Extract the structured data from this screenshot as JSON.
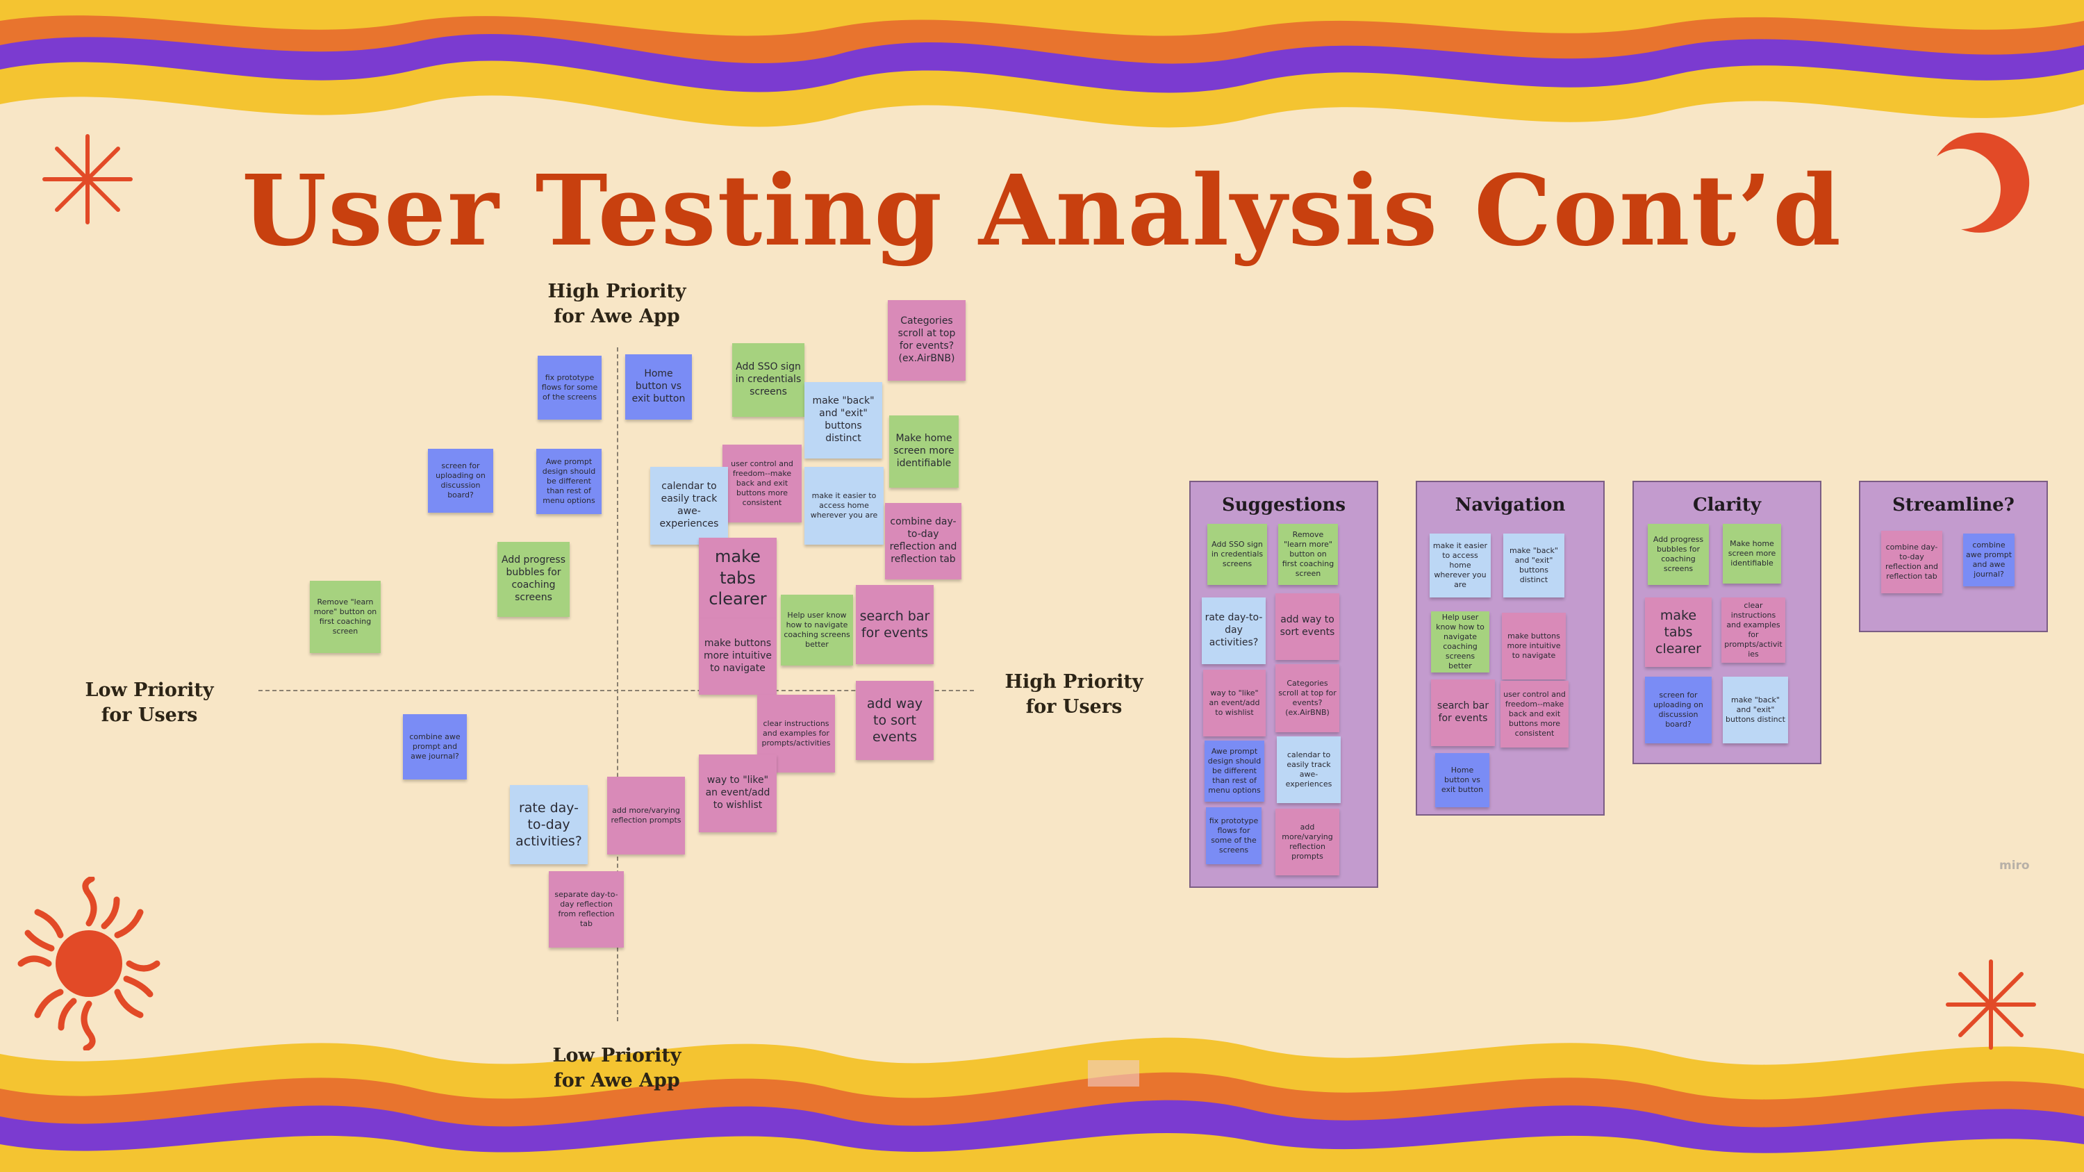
{
  "title": "User Testing Analysis Cont’d",
  "watermark": "miro",
  "axes": {
    "top": "High Priority for Awe App",
    "bottom": "Low Priority for Awe App",
    "left": "Low Priority for Users",
    "right": "High Priority for Users"
  },
  "matrix_notes": [
    {
      "text": "fix prototype flows for some of the screens",
      "color": "blue"
    },
    {
      "text": "Home button vs exit button",
      "color": "blue"
    },
    {
      "text": "Add SSO sign in credentials screens",
      "color": "green"
    },
    {
      "text": "Categories scroll at top for events? (ex.AirBNB)",
      "color": "pink"
    },
    {
      "text": "make \"back\" and \"exit\" buttons distinct",
      "color": "lblue"
    },
    {
      "text": "Make home screen more identifiable",
      "color": "green"
    },
    {
      "text": "screen for uploading on discussion board?",
      "color": "blue"
    },
    {
      "text": "Awe prompt design should be different than rest of menu options",
      "color": "blue"
    },
    {
      "text": "user control and freedom--make back and exit buttons more consistent",
      "color": "pink"
    },
    {
      "text": "calendar to easily track awe-experiences",
      "color": "lblue"
    },
    {
      "text": "make it easier to access home wherever you are",
      "color": "lblue"
    },
    {
      "text": "combine day-to-day reflection and reflection tab",
      "color": "pink"
    },
    {
      "text": "Add progress bubbles for coaching screens",
      "color": "green"
    },
    {
      "text": "make tabs clearer",
      "color": "pink"
    },
    {
      "text": "Remove \"learn more\" button on first coaching screen",
      "color": "green"
    },
    {
      "text": "Help user know how to navigate coaching screens better",
      "color": "green"
    },
    {
      "text": "search bar for events",
      "color": "pink"
    },
    {
      "text": "make buttons more intuitive to navigate",
      "color": "pink"
    },
    {
      "text": "add way to sort events",
      "color": "pink"
    },
    {
      "text": "clear instructions and examples for prompts/activities",
      "color": "pink"
    },
    {
      "text": "combine awe prompt and awe journal?",
      "color": "blue"
    },
    {
      "text": "way to \"like\" an event/add to wishlist",
      "color": "pink"
    },
    {
      "text": "rate day-to-day activities?",
      "color": "lblue"
    },
    {
      "text": "add more/varying reflection prompts",
      "color": "pink"
    },
    {
      "text": "separate day-to-day reflection from reflection tab",
      "color": "pink"
    }
  ],
  "panels": [
    {
      "title": "Suggestions",
      "notes": [
        {
          "text": "Add SSO sign in credentials screens",
          "color": "green"
        },
        {
          "text": "Remove \"learn more\" button on first coaching screen",
          "color": "green"
        },
        {
          "text": "rate day-to-day activities?",
          "color": "lblue"
        },
        {
          "text": "add way to sort events",
          "color": "pink"
        },
        {
          "text": "way to \"like\" an event/add to wishlist",
          "color": "pink"
        },
        {
          "text": "Categories scroll at top for events? (ex.AirBNB)",
          "color": "pink"
        },
        {
          "text": "Awe prompt design should be different than rest of menu options",
          "color": "blue"
        },
        {
          "text": "calendar to easily track awe-experiences",
          "color": "lblue"
        },
        {
          "text": "fix prototype flows for some of the screens",
          "color": "blue"
        },
        {
          "text": "add more/varying reflection prompts",
          "color": "pink"
        }
      ]
    },
    {
      "title": "Navigation",
      "notes": [
        {
          "text": "make it easier to access home wherever you are",
          "color": "lblue"
        },
        {
          "text": "make \"back\" and \"exit\" buttons distinct",
          "color": "lblue"
        },
        {
          "text": "Help user know how to navigate coaching screens better",
          "color": "green"
        },
        {
          "text": "make buttons more intuitive to navigate",
          "color": "pink"
        },
        {
          "text": "search bar for events",
          "color": "pink"
        },
        {
          "text": "user control and freedom--make back and exit buttons more consistent",
          "color": "pink"
        },
        {
          "text": "Home button vs exit button",
          "color": "blue"
        }
      ]
    },
    {
      "title": "Clarity",
      "notes": [
        {
          "text": "Add progress bubbles for coaching screens",
          "color": "green"
        },
        {
          "text": "Make home screen more identifiable",
          "color": "green"
        },
        {
          "text": "make tabs clearer",
          "color": "pink"
        },
        {
          "text": "clear instructions and examples for prompts/activities",
          "color": "pink"
        },
        {
          "text": "screen for uploading on discussion board?",
          "color": "blue"
        },
        {
          "text": "make \"back\" and \"exit\" buttons distinct",
          "color": "lblue"
        }
      ]
    },
    {
      "title": "Streamline?",
      "notes": [
        {
          "text": "combine day-to-day reflection and reflection tab",
          "color": "pink"
        },
        {
          "text": "combine awe prompt and awe journal?",
          "color": "blue"
        }
      ]
    }
  ]
}
